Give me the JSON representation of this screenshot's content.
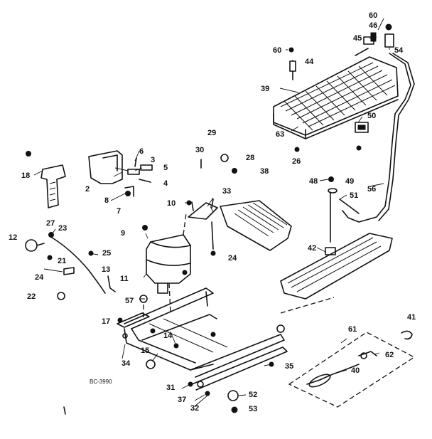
{
  "diagram": {
    "stamp": "BC-3990",
    "callouts": [
      "60",
      "46",
      "45",
      "54",
      "60",
      "44",
      "39",
      "63",
      "50",
      "26",
      "18",
      "6",
      "3",
      "5",
      "2",
      "4",
      "8",
      "7",
      "29",
      "30",
      "28",
      "38",
      "10",
      "33",
      "9",
      "24",
      "27",
      "12",
      "23",
      "25",
      "21",
      "24",
      "13",
      "11",
      "22",
      "57",
      "17",
      "14",
      "15",
      "34",
      "31",
      "37",
      "32",
      "52",
      "53",
      "35",
      "48",
      "49",
      "51",
      "56",
      "42",
      "41",
      "61",
      "62",
      "40"
    ]
  }
}
